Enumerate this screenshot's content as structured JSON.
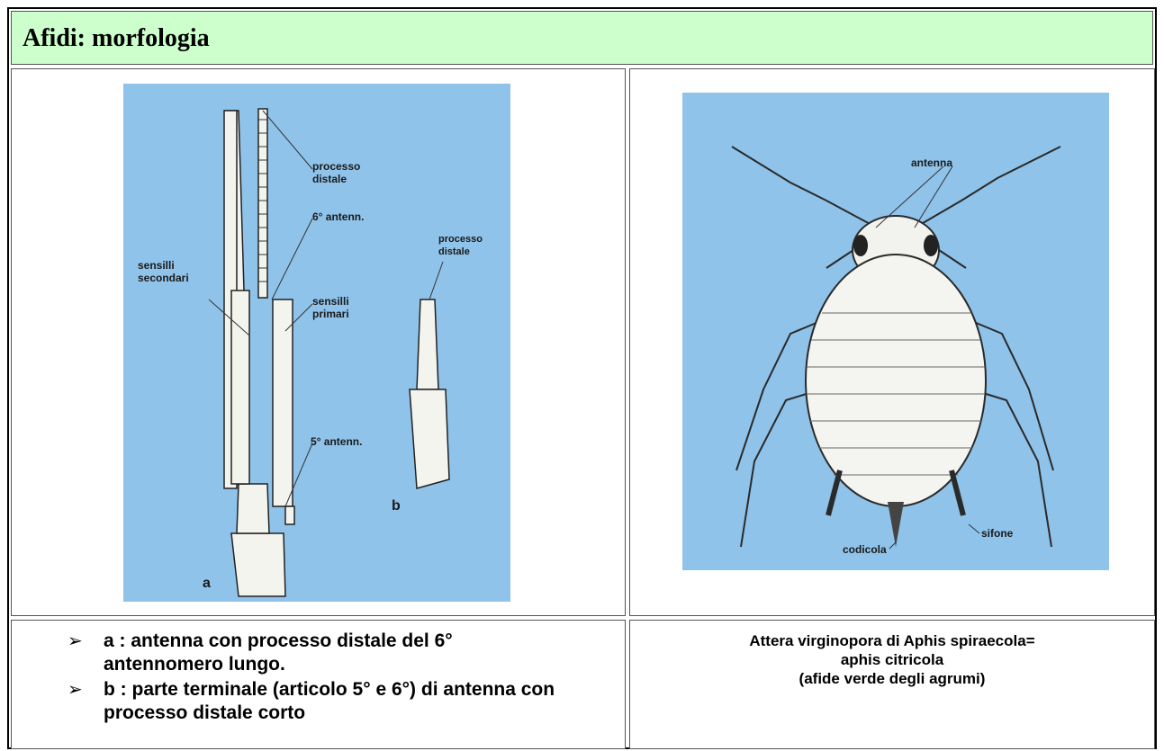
{
  "title": "Afidi: morfologia",
  "figure_left": {
    "labels": {
      "processo_distale": [
        "processo",
        "distale"
      ],
      "sesto_antenn": "6° antenn.",
      "sensilli_secondari": [
        "sensilli",
        "secondari"
      ],
      "sensilli_primari": [
        "sensilli",
        "primari"
      ],
      "quinto_antenn": "5° antenn.",
      "processo_distale_b": [
        "processo",
        "distale"
      ],
      "letter_a": "a",
      "letter_b": "b"
    }
  },
  "figure_right": {
    "labels": {
      "antenna": "antenna",
      "sifone": "sifone",
      "codicola": "codicola"
    }
  },
  "notes_left": [
    {
      "bullet": "➢",
      "text": "a : antenna con processo distale del 6° antennomero lungo."
    },
    {
      "bullet": "➢",
      "text": "b : parte terminale (articolo 5° e 6°) di antenna con processo distale corto"
    }
  ],
  "caption_right": [
    "Attera virginopora di Aphis spiraecola=",
    "aphis citricola",
    "(afide verde degli agrumi)"
  ]
}
